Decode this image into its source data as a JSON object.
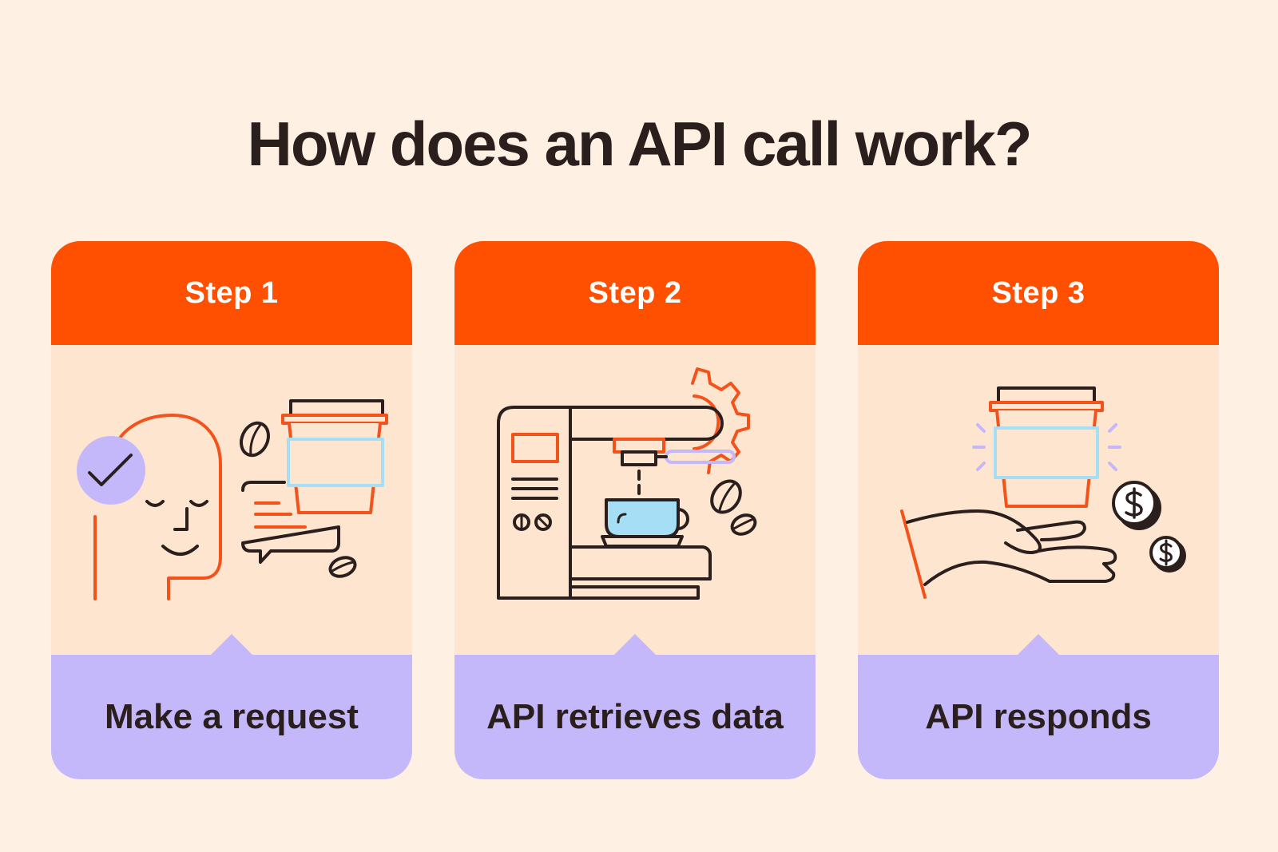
{
  "title": "How does an API call work?",
  "colors": {
    "background": "#fef1e4",
    "header": "#fe5000",
    "card_body": "#fde5cf",
    "footer": "#c4b8fb",
    "text_dark": "#2b1f1e",
    "line_orange": "#f3531b",
    "line_dark": "#2b1f1e",
    "accent_blue": "#a6def5",
    "accent_purple": "#c4b8fb"
  },
  "steps": [
    {
      "label": "Step 1",
      "caption": "Make a request",
      "icons": [
        "person-head-icon",
        "checkmark-badge-icon",
        "coffee-cup-icon",
        "chat-bubble-icon",
        "coffee-bean-icon"
      ]
    },
    {
      "label": "Step 2",
      "caption": "API retrieves data",
      "icons": [
        "espresso-machine-icon",
        "gear-icon",
        "espresso-cup-icon",
        "coffee-bean-icon"
      ]
    },
    {
      "label": "Step 3",
      "caption": "API responds",
      "icons": [
        "coffee-cup-icon",
        "open-hand-icon",
        "dollar-coin-icon"
      ]
    }
  ]
}
